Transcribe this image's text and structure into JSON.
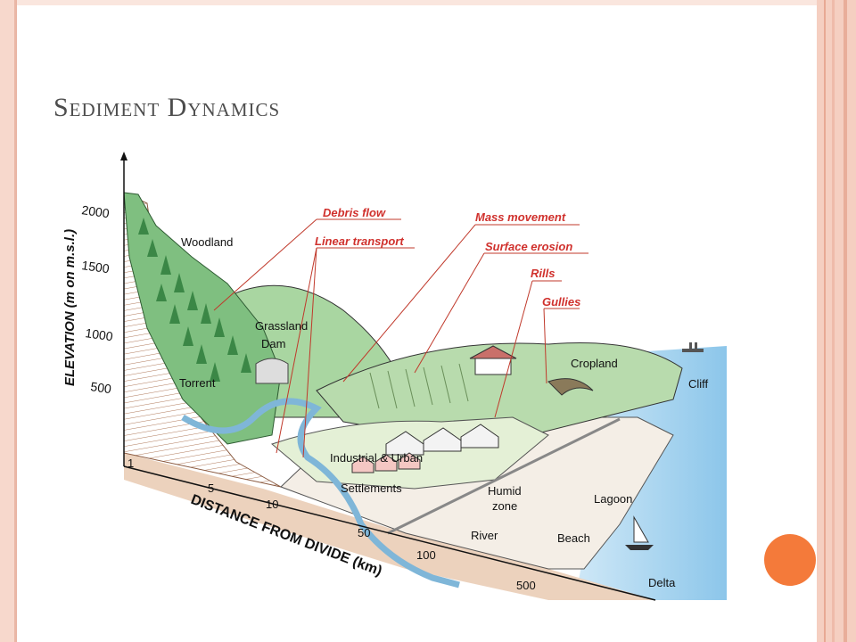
{
  "slide": {
    "title": "Sediment Dynamics"
  },
  "diagram": {
    "y_axis_label": "ELEVATION (m on m.s.l.)",
    "x_axis_label": "DISTANCE FROM DIVIDE (km)",
    "y_ticks": [
      "2000",
      "1500",
      "1000",
      "500"
    ],
    "x_ticks": [
      "1",
      "5",
      "10",
      "50",
      "100",
      "500"
    ],
    "process_labels": [
      "Debris flow",
      "Linear transport",
      "Mass movement",
      "Surface erosion",
      "Rills",
      "Gullies"
    ],
    "landscape_labels": {
      "woodland": "Woodland",
      "grassland": "Grassland",
      "dam": "Dam",
      "torrent": "Torrent",
      "industrial_urban": "Industrial & Urban",
      "settlements": "Settlements",
      "cropland": "Cropland",
      "cliff": "Cliff",
      "humid_zone_line1": "Humid",
      "humid_zone_line2": "zone",
      "lagoon": "Lagoon",
      "river": "River",
      "beach": "Beach",
      "delta": "Delta"
    },
    "colors": {
      "process_label": "#d0312d",
      "leader_line": "#c0392b",
      "vegetation_dark": "#3f8a4a",
      "grass": "#a8d4a0",
      "cropland": "#b9dcae",
      "sea": "#8fc9ec",
      "soil_cut": "#e9c9b0",
      "river": "#7fb6d8"
    }
  }
}
